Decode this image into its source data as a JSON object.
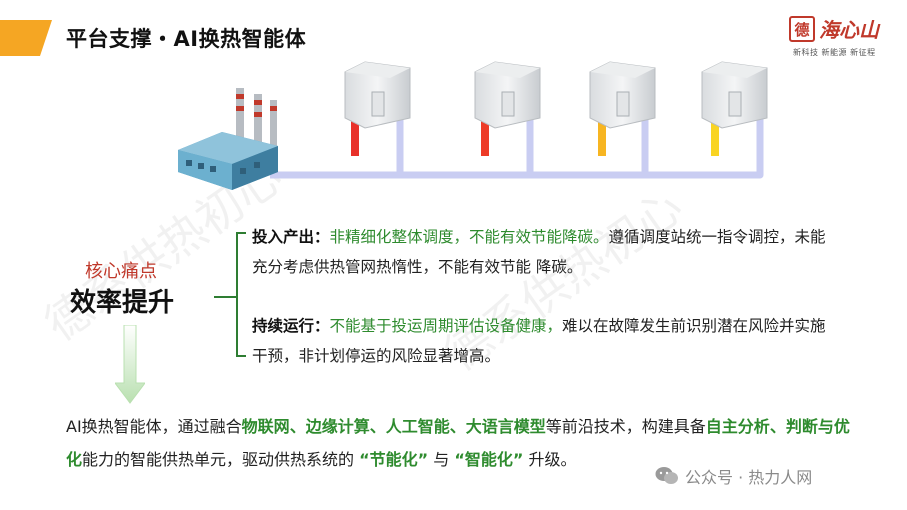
{
  "header": {
    "title": "平台支撑・AI换热智能体",
    "accent_color": "#f5a623"
  },
  "logo": {
    "mark": "德",
    "name": "海心山",
    "tagline": "新科技 新能源 新征程"
  },
  "illustration": {
    "source": "factory-icon",
    "stations": [
      "station-icon",
      "station-icon",
      "station-icon",
      "station-icon"
    ],
    "supply_colors": [
      "#e8312a",
      "#f47a1f",
      "#f9d423"
    ],
    "return_color": "#c9cdf2"
  },
  "pain_point": {
    "label": "核心痛点",
    "value": "效率提升"
  },
  "items": [
    {
      "key": "投入产出：",
      "highlight": "非精细化整体调度，不能有效节能降碳。",
      "rest": "遵循调度站统一指令调控，未能充分考虑供热管网热惰性，不能有效节能  降碳。"
    },
    {
      "key": "持续运行：",
      "highlight": "不能基于投运周期评估设备健康，",
      "rest": "难以在故障发生前识别潜在风险并实施干预，非计划停运的风险显著增高。"
    }
  ],
  "summary": {
    "p1": "AI换热智能体，通过融合",
    "t1": "物联网",
    "s1": "、",
    "t2": "边缘计算",
    "s2": "、",
    "t3": "人工智能",
    "s3": "、",
    "t4": "大语言模型",
    "p2": "等前沿技术，构建具备",
    "t5": "自主分析",
    "s4": "、",
    "t6": "判断与优化",
    "p3": "能力的智能供热单元，驱动供热系统的  ",
    "q1": "“节能化”",
    "p4": "  与  ",
    "q2": "“智能化”",
    "p5": "  升级。"
  },
  "watermark": {
    "text": "公众号 · 热力人网",
    "icon": "wechat-icon"
  },
  "background_watermark": "德系供热初心"
}
